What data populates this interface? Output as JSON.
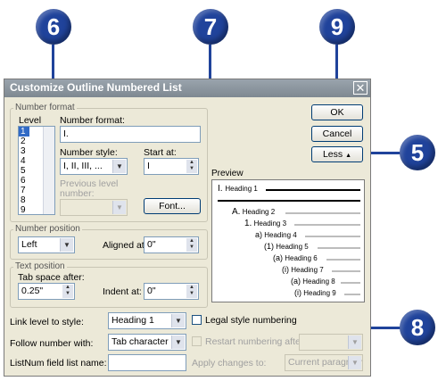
{
  "callouts": [
    {
      "id": "6",
      "label": "6"
    },
    {
      "id": "7",
      "label": "7"
    },
    {
      "id": "9",
      "label": "9"
    },
    {
      "id": "5",
      "label": "5"
    },
    {
      "id": "8",
      "label": "8"
    }
  ],
  "dialog": {
    "title": "Customize Outline Numbered List",
    "close_glyph": "✕",
    "number_format_group": "Number format",
    "level_label": "Level",
    "levels": [
      "1",
      "2",
      "3",
      "4",
      "5",
      "6",
      "7",
      "8",
      "9"
    ],
    "selected_level": "1",
    "number_format_label": "Number format:",
    "number_format_value": "I.",
    "number_style_label": "Number style:",
    "number_style_value": "I, II, III, ...",
    "start_at_label": "Start at:",
    "start_at_value": "I",
    "previous_level_label": "Previous level number:",
    "font_button": "Font...",
    "number_position_group": "Number position",
    "number_position_value": "Left",
    "aligned_at_label": "Aligned at:",
    "aligned_at_value": "0\"",
    "text_position_group": "Text position",
    "tab_space_label": "Tab space after:",
    "tab_space_value": "0.25\"",
    "indent_at_label": "Indent at:",
    "indent_at_value": "0\"",
    "ok_button": "OK",
    "cancel_button": "Cancel",
    "less_button": "Less",
    "less_glyph": "▲",
    "preview_label": "Preview",
    "preview_items": [
      {
        "num": "I.",
        "text": "Heading 1"
      },
      {
        "num": "A.",
        "text": "Heading 2"
      },
      {
        "num": "1.",
        "text": "Heading 3"
      },
      {
        "num": "a)",
        "text": "Heading 4"
      },
      {
        "num": "(1)",
        "text": "Heading 5"
      },
      {
        "num": "(a)",
        "text": "Heading 6"
      },
      {
        "num": "(i)",
        "text": "Heading 7"
      },
      {
        "num": "(a)",
        "text": "Heading 8"
      },
      {
        "num": "(i)",
        "text": "Heading 9"
      }
    ],
    "link_level_label": "Link level to style:",
    "link_level_value": "Heading 1",
    "legal_style_label": "Legal style numbering",
    "follow_number_label": "Follow number with:",
    "follow_number_value": "Tab character",
    "restart_label": "Restart numbering after:",
    "listnum_label": "ListNum field list name:",
    "apply_changes_label": "Apply changes to:",
    "apply_changes_value": "Current paragraph"
  },
  "colors": {
    "callout": "#20439b",
    "dialog_bg": "#ece9d8",
    "selection": "#316ac5"
  }
}
